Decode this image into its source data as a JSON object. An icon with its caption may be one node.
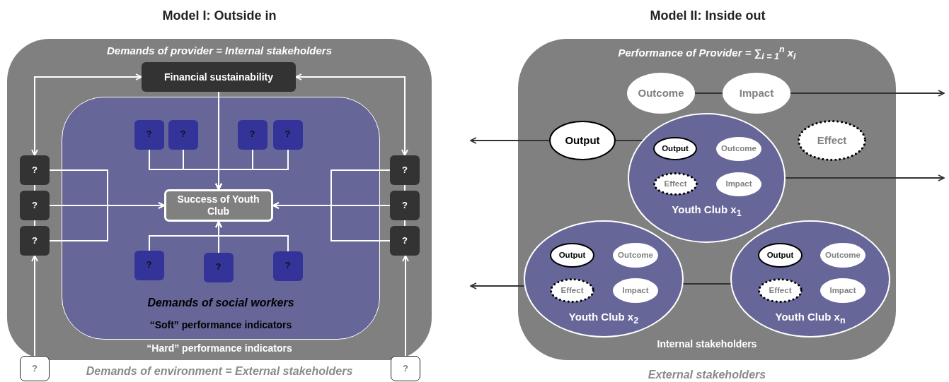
{
  "diagram": {
    "nodes": [
      {
        "text": [
          "Demands of provider = Internal stakeholders",
          "“Hard” performance indicators"
        ]
      },
      {
        "text": [
          "Financial sustainability"
        ],
        "in": 0
      },
      {
        "text": [
          "Demands of social workers",
          "“Soft” performance indicators"
        ],
        "in": 0
      },
      {
        "text": [
          "?"
        ],
        "in": 2
      },
      {
        "text": [
          "?"
        ],
        "in": 2
      },
      {
        "text": [
          "?"
        ],
        "in": 2
      },
      {
        "text": [
          "?"
        ],
        "in": 2
      },
      {
        "text": [
          "Success of Youth Club"
        ],
        "in": 2
      },
      {
        "text": [
          "?"
        ],
        "in": 2
      },
      {
        "text": [
          "?"
        ],
        "in": 2
      },
      {
        "text": [
          "?"
        ],
        "in": 2
      },
      {
        "text": [
          "?"
        ],
        "in": 0
      },
      {
        "text": [
          "?"
        ],
        "in": 0
      },
      {
        "text": [
          "?"
        ],
        "in": 0
      },
      {
        "text": [
          "?"
        ],
        "in": 0
      },
      {
        "text": [
          "?"
        ],
        "in": 0
      },
      {
        "text": [
          "?"
        ],
        "in": 0
      },
      {
        "text": [
          "?"
        ]
      },
      {
        "text": [
          "?"
        ]
      },
      {
        "text": [
          "Performance of Provider = ∑$_{i = 1}$$^{n}$ x$_{i}$",
          "Internal stakeholders"
        ]
      },
      {
        "text": [
          "Outcome"
        ],
        "in": 19
      },
      {
        "text": [
          "Impact"
        ],
        "in": 19
      },
      {
        "text": [
          "Output"
        ],
        "in": 19
      },
      {
        "text": [
          "Youth Club x$_{1}$"
        ],
        "in": 19
      },
      {
        "text": [
          "Output"
        ],
        "in": 23
      },
      {
        "text": [
          "Outcome"
        ],
        "in": 23
      },
      {
        "text": [
          "Effect"
        ],
        "in": 23
      },
      {
        "text": [
          "Impact"
        ],
        "in": 23
      },
      {
        "text": [
          "Effect"
        ],
        "in": 19
      },
      {
        "text": [
          "Youth Club x$_{2}$"
        ],
        "in": 19
      },
      {
        "text": [
          "Output"
        ],
        "in": 29
      },
      {
        "text": [
          "Outcome"
        ],
        "in": 29
      },
      {
        "text": [
          "Effect"
        ],
        "in": 29
      },
      {
        "text": [
          "Impact"
        ],
        "in": 29
      },
      {
        "text": [
          "Youth Club x$_{n}$"
        ],
        "in": 19
      },
      {
        "text": [
          "Output"
        ],
        "in": 34
      },
      {
        "text": [
          "Outcome"
        ],
        "in": 34
      },
      {
        "text": [
          "Effect"
        ],
        "in": 34
      },
      {
        "text": [
          "Impact"
        ],
        "in": 34
      }
    ],
    "edges": [
      {
        "from": 1,
        "to": 11,
        "arrow": "both"
      },
      {
        "from": 1,
        "to": 14,
        "arrow": "both"
      },
      {
        "from": 1,
        "to": 7,
        "arrow": "to"
      },
      {
        "from": 3,
        "to": 7,
        "arrow": "to"
      },
      {
        "from": 4,
        "to": 7,
        "arrow": "to"
      },
      {
        "from": 5,
        "to": 7,
        "arrow": "to"
      },
      {
        "from": 6,
        "to": 7,
        "arrow": "to"
      },
      {
        "from": 11,
        "to": 7,
        "arrow": "to"
      },
      {
        "from": 12,
        "to": 7,
        "arrow": "to"
      },
      {
        "from": 13,
        "to": 7,
        "arrow": "to"
      },
      {
        "from": 14,
        "to": 7,
        "arrow": "to"
      },
      {
        "from": 15,
        "to": 7,
        "arrow": "to"
      },
      {
        "from": 16,
        "to": 7,
        "arrow": "to"
      },
      {
        "from": 8,
        "to": 7,
        "arrow": "to"
      },
      {
        "from": 9,
        "to": 7,
        "arrow": "to"
      },
      {
        "from": 10,
        "to": 7,
        "arrow": "to"
      },
      {
        "from": 11,
        "to": 12,
        "arrow": "none"
      },
      {
        "from": 12,
        "to": 13,
        "arrow": "none"
      },
      {
        "from": 14,
        "to": 15,
        "arrow": "none"
      },
      {
        "from": 15,
        "to": 16,
        "arrow": "none"
      },
      {
        "from": 17,
        "to": 13,
        "arrow": "to"
      },
      {
        "from": 18,
        "to": 16,
        "arrow": "to"
      },
      {
        "from": 20,
        "to": 21,
        "arrow": "none",
        "color": "#333333"
      },
      {
        "from": 21,
        "to": null,
        "arrow": "to",
        "color": "#333333"
      },
      {
        "from": 22,
        "to": null,
        "arrow": "to",
        "color": "#333333"
      },
      {
        "from": 22,
        "to": 23,
        "arrow": "none",
        "color": "#333333"
      },
      {
        "from": 23,
        "to": 28,
        "arrow": "none",
        "color": "#333333"
      },
      {
        "from": 23,
        "to": null,
        "arrow": "to",
        "color": "#333333"
      },
      {
        "from": 29,
        "to": null,
        "arrow": "to",
        "color": "#333333"
      },
      {
        "from": 29,
        "to": 34,
        "arrow": "none",
        "color": "#333333"
      }
    ],
    "labels": [
      "Model I: Outside in",
      "Model II: Inside out",
      "Demands of environment = External stakeholders",
      "External stakeholders"
    ]
  }
}
